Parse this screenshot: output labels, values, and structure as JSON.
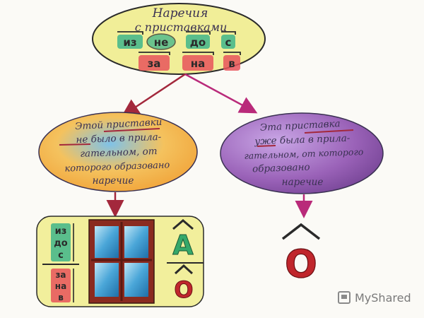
{
  "top_node": {
    "title": "Наречия",
    "subtitle": "с приставками",
    "row1": [
      "из",
      "не",
      "до",
      "с"
    ],
    "row2": [
      "за",
      "на",
      "в"
    ],
    "fill": "#f1ee98"
  },
  "left_node": {
    "lines": [
      "Этой приставки",
      "не было в прила-",
      "гательном, от",
      "которого образовано",
      "наречие"
    ],
    "fill": "#f5a53c"
  },
  "right_node": {
    "lines": [
      "Эта приставка",
      "уже была в прила-",
      "гательном, от которого",
      "образовано",
      "наречие"
    ],
    "fill": "#9a62b8"
  },
  "left_card": {
    "prefixes_a": [
      "из",
      "до",
      "с"
    ],
    "prefixes_o": [
      "за",
      "на",
      "в"
    ],
    "letter_a": "А",
    "letter_o": "О",
    "fill": "#f2ef9c"
  },
  "right_result": {
    "letter": "О",
    "color": "#c0262c"
  },
  "watermark": {
    "text": "MyShared"
  }
}
